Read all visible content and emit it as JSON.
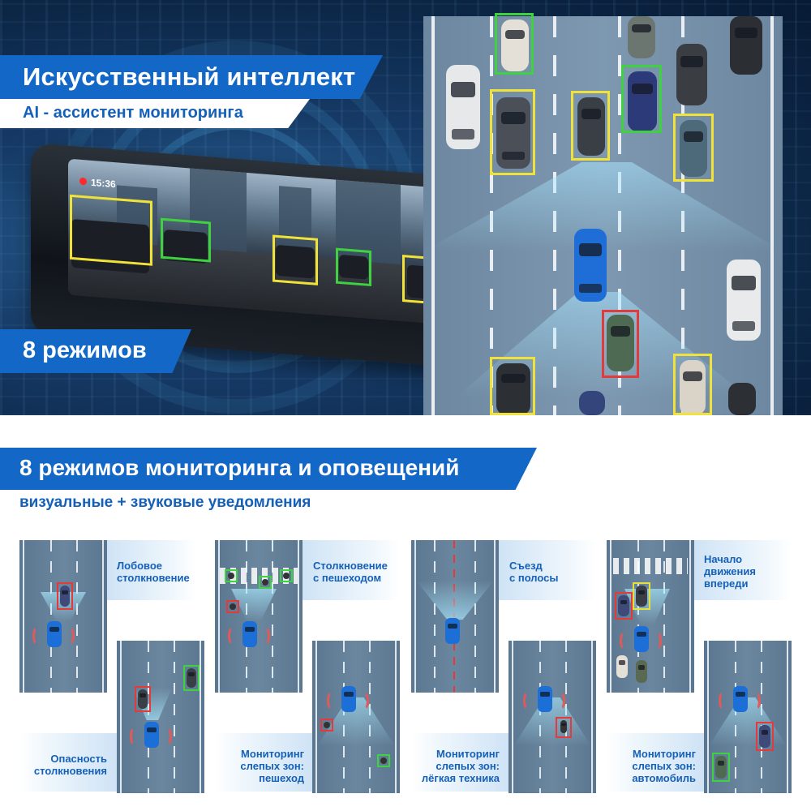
{
  "hero": {
    "title": "Искусственный интеллект",
    "subtitle": "AI - ассистент мониторинга",
    "modes_badge": "8 режимов",
    "screen_time": "15:36"
  },
  "section": {
    "title": "8 режимов мониторинга и оповещений",
    "subtitle": "визуальные + звуковые уведомления"
  },
  "modes": [
    {
      "name": "Лобовое столкновение",
      "lines": [
        "Лобовое",
        "столкновение"
      ]
    },
    {
      "name": "Опасность столкновения",
      "lines": [
        "Опасность",
        "столкновения"
      ]
    },
    {
      "name": "Столкновение с пешеходом",
      "lines": [
        "Столкновение",
        "с пешеходом"
      ]
    },
    {
      "name": "Мониторинг слепых зон: пешеход",
      "lines": [
        "Мониторинг",
        "слепых зон:",
        "пешеход"
      ]
    },
    {
      "name": "Съезд с полосы",
      "lines": [
        "Съезд",
        "с полосы"
      ]
    },
    {
      "name": "Мониторинг слепых зон: лёгкая техника",
      "lines": [
        "Мониторинг",
        "слепых зон:",
        "лёгкая техника"
      ]
    },
    {
      "name": "Начало движения впереди",
      "lines": [
        "Начало",
        "движения",
        "впереди"
      ]
    },
    {
      "name": "Мониторинг слепых зон: автомобиль",
      "lines": [
        "Мониторинг",
        "слепых зон:",
        "автомобиль"
      ]
    }
  ],
  "colors": {
    "brand_blue": "#1368c7",
    "text_blue": "#1560b8",
    "box_yellow": "#f1e23a",
    "box_green": "#3fd13f",
    "box_red": "#e43a3a"
  }
}
